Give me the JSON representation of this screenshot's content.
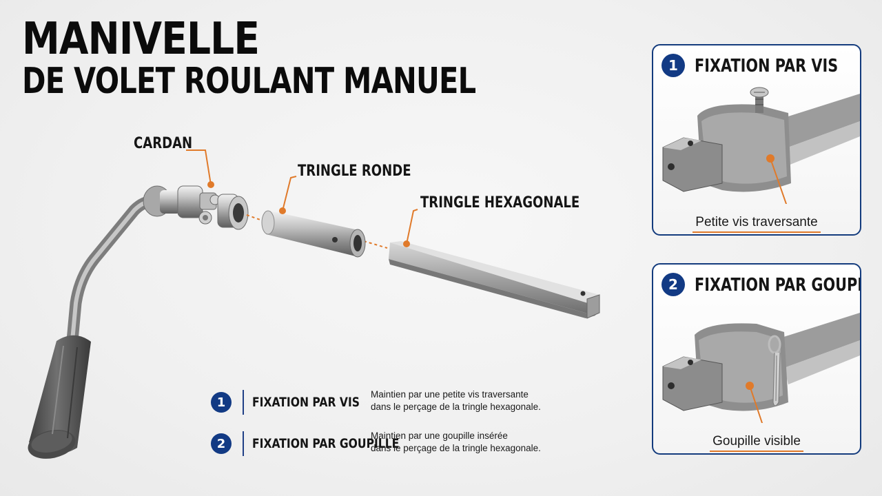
{
  "title": {
    "line1": "MANIVELLE",
    "line2": "DE VOLET ROULANT MANUEL"
  },
  "callouts": {
    "cardan": "CARDAN",
    "round_rod": "TRINGLE RONDE",
    "hex_rod": "TRINGLE HEXAGONALE"
  },
  "legend": [
    {
      "num": "1",
      "label": "FIXATION PAR VIS",
      "desc_line1": "Maintien par une petite vis traversante",
      "desc_line2": "dans le perçage de la tringle hexagonale."
    },
    {
      "num": "2",
      "label": "FIXATION PAR GOUPILLE",
      "desc_line1": "Maintien par une goupille insérée",
      "desc_line2": "dans le perçage de la tringle hexagonale."
    }
  ],
  "panels": [
    {
      "num": "1",
      "title": "FIXATION PAR VIS",
      "caption": "Petite vis traversante"
    },
    {
      "num": "2",
      "title": "FIXATION PAR GOUPILLE",
      "caption": "Goupille visible"
    }
  ],
  "colors": {
    "accent_blue": "#123a84",
    "leader_orange": "#e07a2a",
    "metal": "#a8a8a8",
    "grip": "#555555"
  }
}
